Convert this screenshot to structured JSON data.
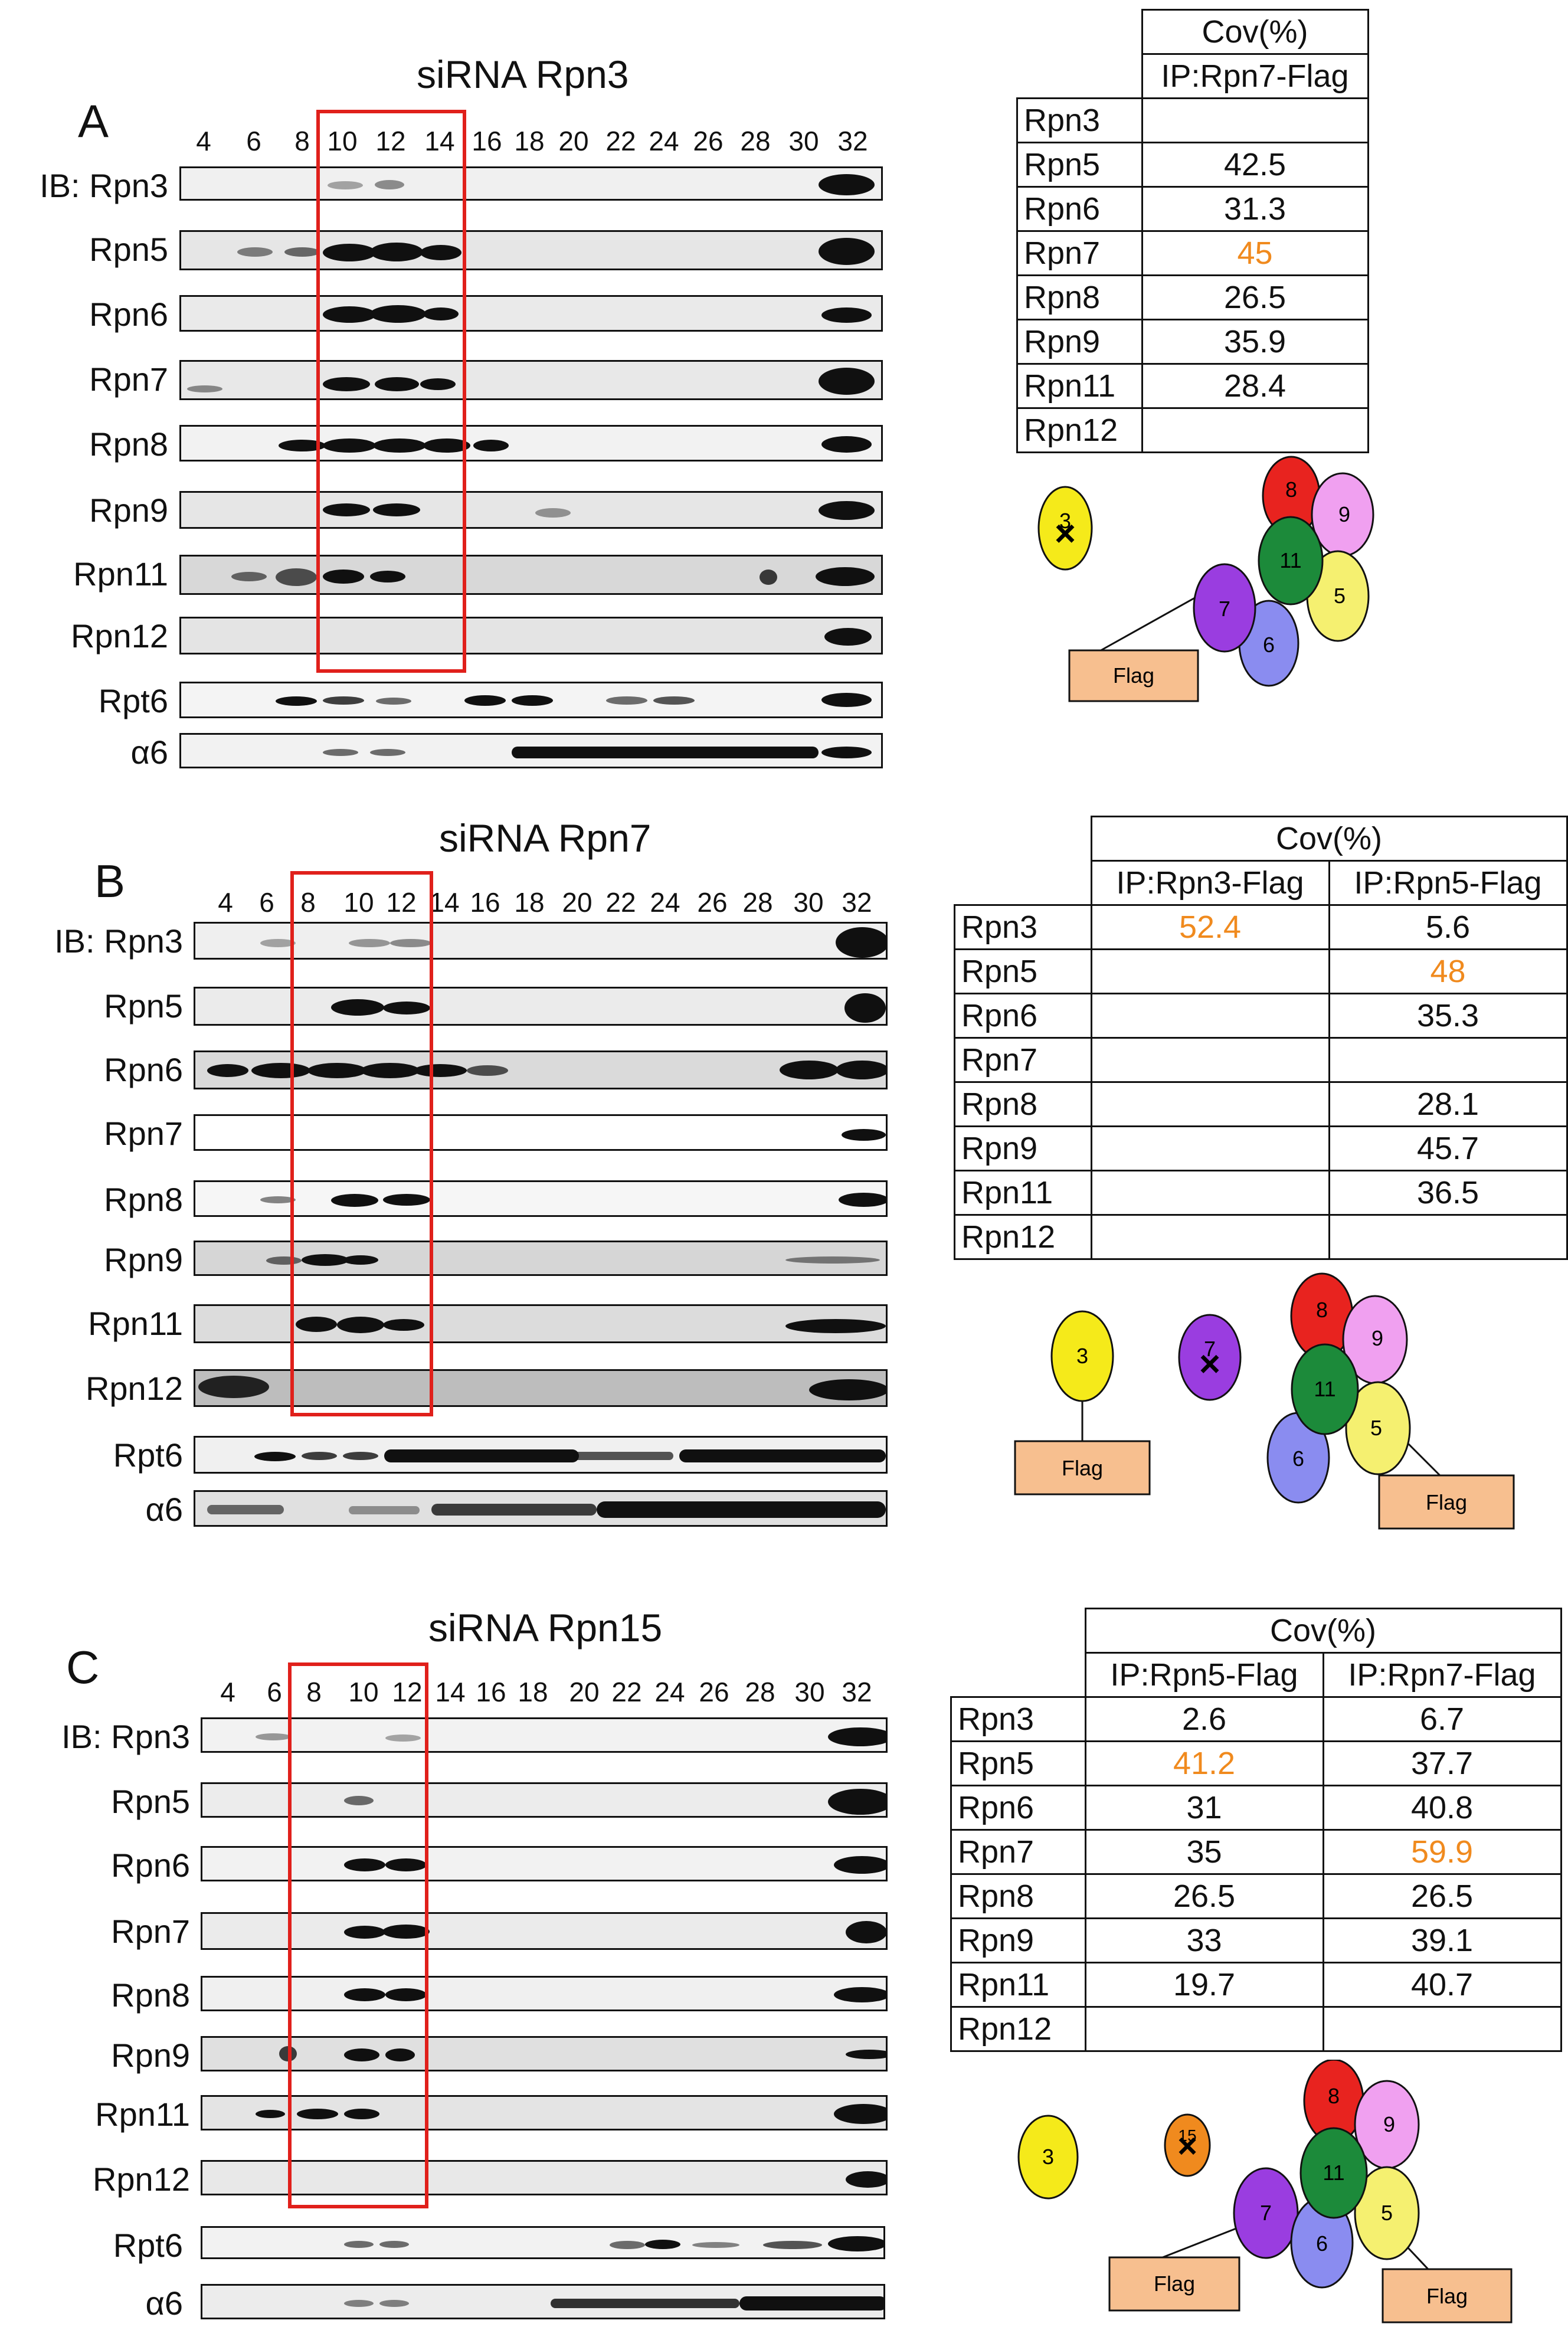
{
  "panels": [
    {
      "letter": "A",
      "title": "siRNA Rpn3",
      "lanes": [
        "4",
        "6",
        "8",
        "10",
        "12",
        "14",
        "16",
        "18",
        "20",
        "22",
        "24",
        "26",
        "28",
        "30",
        "32"
      ],
      "ib_prefix": "IB:",
      "rows": [
        "Rpn3",
        "Rpn5",
        "Rpn6",
        "Rpn7",
        "Rpn8",
        "Rpn9",
        "Rpn11",
        "Rpn12",
        "Rpt6",
        "α6"
      ],
      "table": {
        "header": "Cov(%)",
        "columns": [
          "IP:Rpn7-Flag"
        ],
        "rows": [
          {
            "protein": "Rpn3",
            "values": [
              ""
            ]
          },
          {
            "protein": "Rpn5",
            "values": [
              "42.5"
            ]
          },
          {
            "protein": "Rpn6",
            "values": [
              "31.3"
            ]
          },
          {
            "protein": "Rpn7",
            "values": [
              "45"
            ]
          },
          {
            "protein": "Rpn8",
            "values": [
              "26.5"
            ]
          },
          {
            "protein": "Rpn9",
            "values": [
              "35.9"
            ]
          },
          {
            "protein": "Rpn11",
            "values": [
              "28.4"
            ]
          },
          {
            "protein": "Rpn12",
            "values": [
              ""
            ]
          }
        ],
        "highlight": [
          {
            "row": 3,
            "col": 0
          }
        ]
      },
      "diagram": {
        "free": [
          "3"
        ],
        "flags": [
          "Flag"
        ],
        "complex": [
          "8",
          "9",
          "11",
          "5",
          "7",
          "6"
        ]
      }
    },
    {
      "letter": "B",
      "title": "siRNA Rpn7",
      "lanes": [
        "4",
        "6",
        "8",
        "10",
        "12",
        "14",
        "16",
        "18",
        "20",
        "22",
        "24",
        "26",
        "28",
        "30",
        "32"
      ],
      "ib_prefix": "IB:",
      "rows": [
        "Rpn3",
        "Rpn5",
        "Rpn6",
        "Rpn7",
        "Rpn8",
        "Rpn9",
        "Rpn11",
        "Rpn12",
        "Rpt6",
        "α6"
      ],
      "table": {
        "header": "Cov(%)",
        "columns": [
          "IP:Rpn3-Flag",
          "IP:Rpn5-Flag"
        ],
        "rows": [
          {
            "protein": "Rpn3",
            "values": [
              "52.4",
              "5.6"
            ]
          },
          {
            "protein": "Rpn5",
            "values": [
              "",
              "48"
            ]
          },
          {
            "protein": "Rpn6",
            "values": [
              "",
              "35.3"
            ]
          },
          {
            "protein": "Rpn7",
            "values": [
              "",
              ""
            ]
          },
          {
            "protein": "Rpn8",
            "values": [
              "",
              "28.1"
            ]
          },
          {
            "protein": "Rpn9",
            "values": [
              "",
              "45.7"
            ]
          },
          {
            "protein": "Rpn11",
            "values": [
              "",
              "36.5"
            ]
          },
          {
            "protein": "Rpn12",
            "values": [
              "",
              ""
            ]
          }
        ],
        "highlight": [
          {
            "row": 0,
            "col": 0
          },
          {
            "row": 1,
            "col": 1
          }
        ]
      },
      "diagram": {
        "free": [
          "3",
          "7"
        ],
        "flags": [
          "Flag",
          "Flag"
        ],
        "complex": [
          "8",
          "9",
          "11",
          "5",
          "6"
        ]
      }
    },
    {
      "letter": "C",
      "title": "siRNA Rpn15",
      "lanes": [
        "4",
        "6",
        "8",
        "10",
        "12",
        "14",
        "16",
        "18",
        "20",
        "22",
        "24",
        "26",
        "28",
        "30",
        "32"
      ],
      "ib_prefix": "IB:",
      "rows": [
        "Rpn3",
        "Rpn5",
        "Rpn6",
        "Rpn7",
        "Rpn8",
        "Rpn9",
        "Rpn11",
        "Rpn12",
        "Rpt6",
        "α6"
      ],
      "table": {
        "header": "Cov(%)",
        "columns": [
          "IP:Rpn5-Flag",
          "IP:Rpn7-Flag"
        ],
        "rows": [
          {
            "protein": "Rpn3",
            "values": [
              "2.6",
              "6.7"
            ]
          },
          {
            "protein": "Rpn5",
            "values": [
              "41.2",
              "37.7"
            ]
          },
          {
            "protein": "Rpn6",
            "values": [
              "31",
              "40.8"
            ]
          },
          {
            "protein": "Rpn7",
            "values": [
              "35",
              "59.9"
            ]
          },
          {
            "protein": "Rpn8",
            "values": [
              "26.5",
              "26.5"
            ]
          },
          {
            "protein": "Rpn9",
            "values": [
              "33",
              "39.1"
            ]
          },
          {
            "protein": "Rpn11",
            "values": [
              "19.7",
              "40.7"
            ]
          },
          {
            "protein": "Rpn12",
            "values": [
              "",
              ""
            ]
          }
        ],
        "highlight": [
          {
            "row": 1,
            "col": 0
          },
          {
            "row": 3,
            "col": 1
          }
        ]
      },
      "diagram": {
        "free": [
          "3",
          "15"
        ],
        "flags": [
          "Flag",
          "Flag"
        ],
        "complex": [
          "8",
          "9",
          "11",
          "5",
          "7",
          "6"
        ]
      }
    }
  ],
  "colors": {
    "highlight": "#f08a1e",
    "box": "#e0201b",
    "rpn8": "#e8231f",
    "rpn9": "#f0a0f0",
    "rpn11": "#1c8a3a",
    "rpn5": "#f5f070",
    "rpn7": "#9a3de0",
    "rpn6": "#8a8cf0",
    "rpn3": "#f5ea1a",
    "rpn15": "#f08a1e",
    "flag": "#f7bf8f"
  }
}
